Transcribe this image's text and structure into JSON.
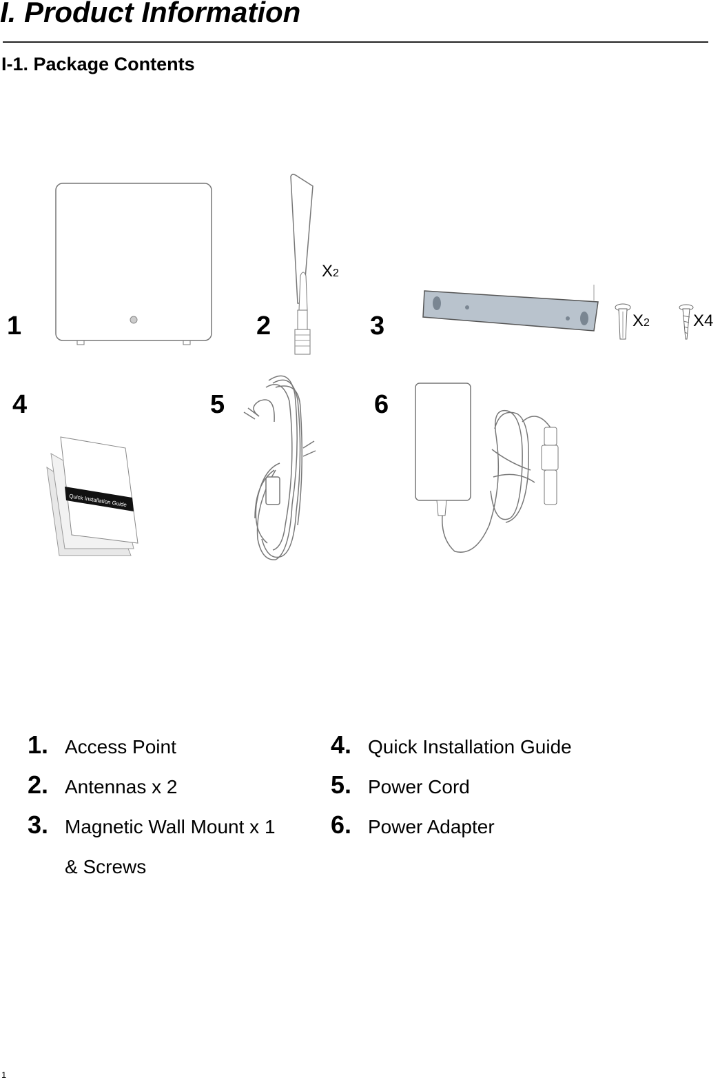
{
  "document": {
    "section_title": "I.  Product Information",
    "subsection_title": "I-1. Package Contents",
    "page_number": "1"
  },
  "figure": {
    "markers": [
      "1",
      "2",
      "3",
      "4",
      "5",
      "6"
    ],
    "antenna_qty": {
      "prefix": "X",
      "count": "2"
    },
    "anchor_qty": {
      "prefix": "X",
      "count": "2"
    },
    "screw_qty": "X4",
    "guide_cover_text": "Quick Installation Guide"
  },
  "contents": [
    {
      "num": "1.",
      "label": "Access Point"
    },
    {
      "num": "2.",
      "label": "Antennas x 2"
    },
    {
      "num": "3.",
      "label": "Magnetic Wall Mount x 1",
      "label_cont": "& Screws"
    },
    {
      "num": "4.",
      "label": "Quick Installation Guide"
    },
    {
      "num": "5.",
      "label": "Power Cord"
    },
    {
      "num": "6.",
      "label": "Power Adapter"
    }
  ]
}
